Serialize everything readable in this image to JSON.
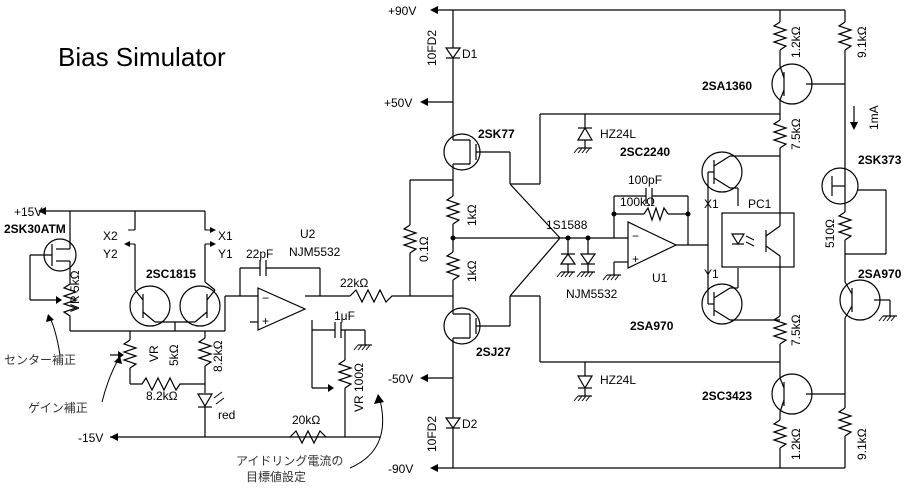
{
  "title": "Bias Simulator",
  "rails": {
    "p15": "+15V",
    "m15": "-15V",
    "p90": "+90V",
    "m90": "-90V",
    "p50": "+50V",
    "m50": "-50V"
  },
  "left_section": {
    "jfet": "2SK30ATM",
    "vr5k_center": "VR 5kΩ",
    "vr5k_gain_a": "VR",
    "vr5k_gain_b": "5kΩ",
    "transistor": "2SC1815",
    "r_8_2k_a": "8.2kΩ",
    "r_8_2k_b": "8.2kΩ",
    "led": "red",
    "x1": "X1",
    "x2": "X2",
    "y1": "Y1",
    "y2": "Y2"
  },
  "opamp_u2": {
    "name": "U2",
    "part": "NJM5532",
    "cap": "22pF",
    "r_out": "22kΩ",
    "cap_1uf": "1μF",
    "vr100": "VR 100Ω",
    "r_20k": "20kΩ"
  },
  "annotations": {
    "center_adj": "センター補正",
    "gain_adj": "ゲイン補正",
    "idle_line1": "アイドリング電流の",
    "idle_line2": "目標値設定"
  },
  "power_stage": {
    "d1": "D1",
    "d2": "D2",
    "d1_part": "10FD2",
    "d2_part": "10FD2",
    "q_top": "2SK77",
    "q_bot": "2SJ27",
    "r_01": "0.1Ω",
    "r_1k_a": "1kΩ",
    "r_1k_b": "1kΩ"
  },
  "bias_section": {
    "zener_top": "HZ24L",
    "zener_bot": "HZ24L",
    "diode": "1S1588",
    "q_2sc2240": "2SC2240",
    "q_2sa970_a": "2SA970",
    "cap_100p": "100pF",
    "r_100k": "100kΩ",
    "u1": "U1",
    "u1_part": "NJM5532",
    "pc1": "PC1",
    "x1": "X1",
    "y1": "Y1",
    "r_7_5k_a": "7.5kΩ",
    "r_7_5k_b": "7.5kΩ"
  },
  "right_section": {
    "q_2sa1360": "2SA1360",
    "q_2sc3423": "2SC3423",
    "q_2sk373": "2SK373",
    "q_2sa970_b": "2SA970",
    "r_1_2k_a": "1.2kΩ",
    "r_1_2k_b": "1.2kΩ",
    "r_9_1k_a": "9.1kΩ",
    "r_9_1k_b": "9.1kΩ",
    "r_510": "510Ω",
    "current": "1mA"
  }
}
